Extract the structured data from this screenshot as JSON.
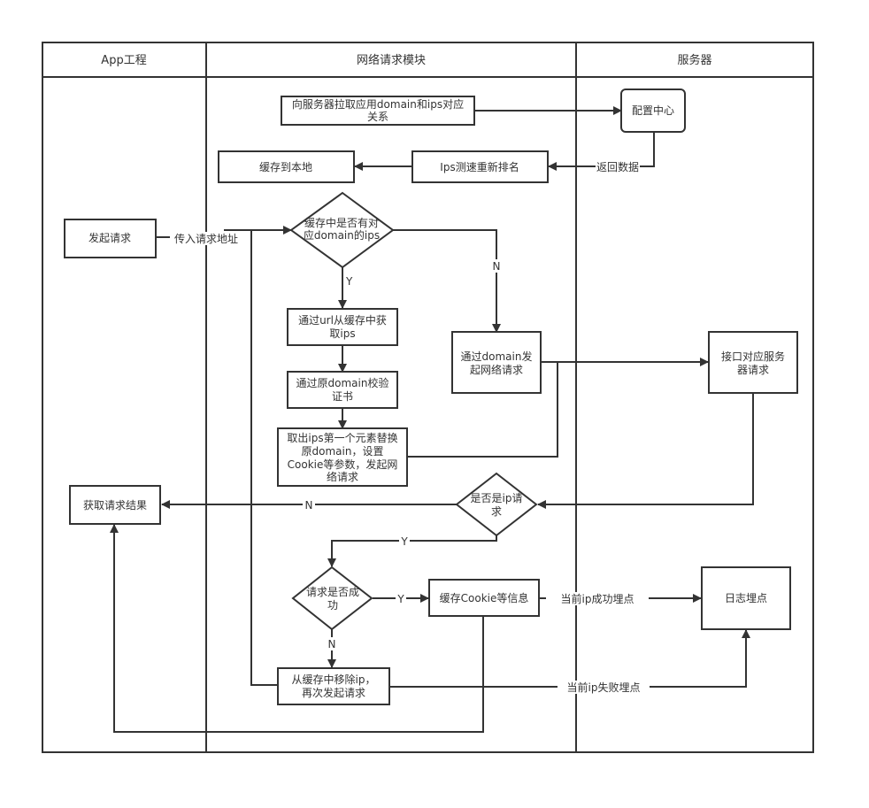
{
  "lanes": [
    {
      "id": "app",
      "title": "App工程"
    },
    {
      "id": "network",
      "title": "网络请求模块"
    },
    {
      "id": "server",
      "title": "服务器"
    }
  ],
  "nodes": {
    "fetch_mapping": {
      "shape": "rect",
      "lines": [
        "向服务器拉取应用domain和ips对应",
        "关系"
      ]
    },
    "config_center": {
      "shape": "rounded",
      "lines": [
        "配置中心"
      ]
    },
    "cache_local": {
      "shape": "rect",
      "lines": [
        "缓存到本地"
      ]
    },
    "ips_rank": {
      "shape": "rect",
      "lines": [
        "Ips测速重新排名"
      ]
    },
    "start_request": {
      "shape": "rect",
      "lines": [
        "发起请求"
      ]
    },
    "has_cache": {
      "shape": "diamond",
      "lines": [
        "缓存中是否有对",
        "应domain的ips"
      ]
    },
    "get_ips": {
      "shape": "rect",
      "lines": [
        "通过url从缓存中获",
        "取ips"
      ]
    },
    "verify_cert": {
      "shape": "rect",
      "lines": [
        "通过原domain校验",
        "证书"
      ]
    },
    "replace_domain": {
      "shape": "rect",
      "lines": [
        "取出ips第一个元素替换",
        "原domain，设置",
        "Cookie等参数，发起网",
        "络请求"
      ]
    },
    "domain_request": {
      "shape": "rect",
      "lines": [
        "通过domain发",
        "起网络请求"
      ]
    },
    "server_api": {
      "shape": "rect",
      "lines": [
        "接口对应服务",
        "器请求"
      ]
    },
    "get_result": {
      "shape": "rect",
      "lines": [
        "获取请求结果"
      ]
    },
    "is_ip_request": {
      "shape": "diamond",
      "lines": [
        "是否是ip请",
        "求"
      ]
    },
    "is_success": {
      "shape": "diamond",
      "lines": [
        "请求是否成",
        "功"
      ]
    },
    "cache_cookie": {
      "shape": "rect",
      "lines": [
        "缓存Cookie等信息"
      ]
    },
    "log_point": {
      "shape": "rect",
      "lines": [
        "日志埋点"
      ]
    },
    "remove_ip": {
      "shape": "rect",
      "lines": [
        "从缓存中移除ip，",
        "再次发起请求"
      ]
    }
  },
  "edges": [
    {
      "id": "fetch-to-config",
      "from": "fetch_mapping",
      "to": "config_center",
      "label": ""
    },
    {
      "id": "config-to-rank",
      "from": "config_center",
      "to": "ips_rank",
      "label": "返回数据"
    },
    {
      "id": "rank-to-cache",
      "from": "ips_rank",
      "to": "cache_local",
      "label": ""
    },
    {
      "id": "start-to-hascache",
      "from": "start_request",
      "to": "has_cache",
      "label": "传入请求地址"
    },
    {
      "id": "hascache-yes",
      "from": "has_cache",
      "to": "get_ips",
      "label": "Y"
    },
    {
      "id": "hascache-no",
      "from": "has_cache",
      "to": "domain_request",
      "label": "N"
    },
    {
      "id": "getips-to-verify",
      "from": "get_ips",
      "to": "verify_cert",
      "label": ""
    },
    {
      "id": "verify-to-replace",
      "from": "verify_cert",
      "to": "replace_domain",
      "label": ""
    },
    {
      "id": "replace-to-server",
      "from": "replace_domain",
      "to": "server_api",
      "label": ""
    },
    {
      "id": "domain-to-server",
      "from": "domain_request",
      "to": "server_api",
      "label": ""
    },
    {
      "id": "server-to-isip",
      "from": "server_api",
      "to": "is_ip_request",
      "label": ""
    },
    {
      "id": "isip-no",
      "from": "is_ip_request",
      "to": "get_result",
      "label": "N"
    },
    {
      "id": "isip-yes",
      "from": "is_ip_request",
      "to": "is_success",
      "label": "Y"
    },
    {
      "id": "success-yes",
      "from": "is_success",
      "to": "cache_cookie",
      "label": "Y"
    },
    {
      "id": "success-no",
      "from": "is_success",
      "to": "remove_ip",
      "label": "N"
    },
    {
      "id": "cookie-to-log",
      "from": "cache_cookie",
      "to": "log_point",
      "label": "当前ip成功埋点"
    },
    {
      "id": "remove-to-log",
      "from": "remove_ip",
      "to": "log_point",
      "label": "当前ip失败埋点"
    },
    {
      "id": "cookie-to-result",
      "from": "cache_cookie",
      "to": "get_result",
      "label": ""
    },
    {
      "id": "remove-to-hascache",
      "from": "remove_ip",
      "to": "has_cache",
      "label": ""
    }
  ],
  "colors": {
    "stroke": "#333333",
    "text": "#333333",
    "background": "#ffffff"
  }
}
